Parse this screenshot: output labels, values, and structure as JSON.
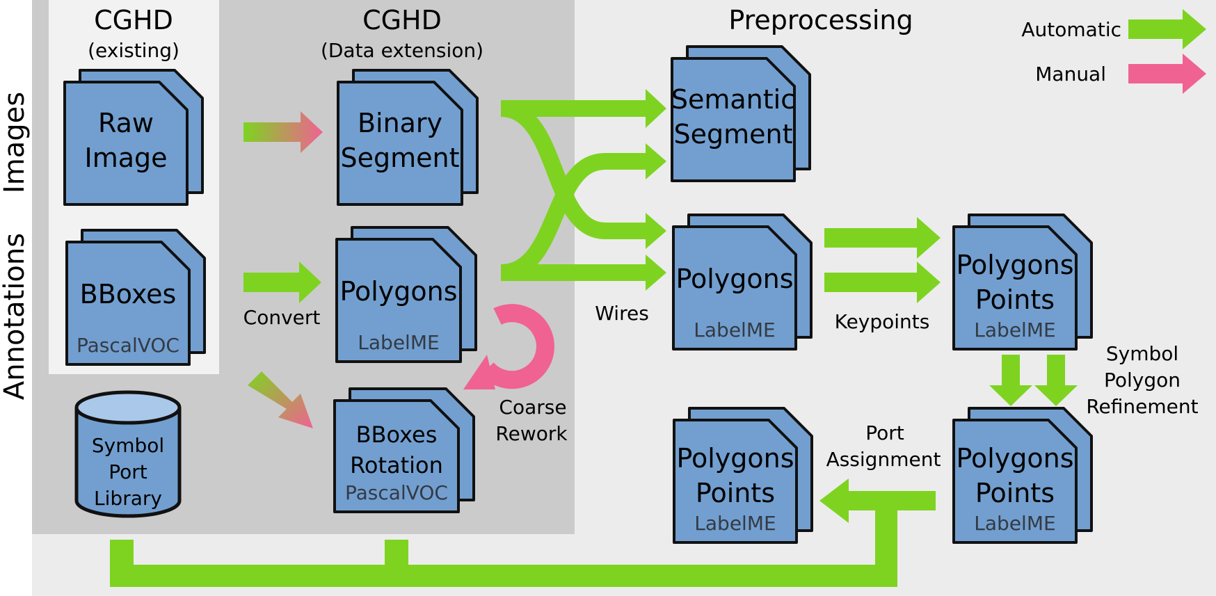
{
  "headers": {
    "cghd_existing_title": "CGHD",
    "cghd_existing_sub": "(existing)",
    "cghd_ext_title": "CGHD",
    "cghd_ext_sub": "(Data extension)",
    "preprocessing": "Preprocessing"
  },
  "row_labels": {
    "images": "Images",
    "annotations": "Annotations"
  },
  "legend": {
    "automatic": "Automatic",
    "manual": "Manual",
    "automatic_color": "#7ed321",
    "manual_color": "#f06292"
  },
  "colors": {
    "doc_fill": "#729fcf",
    "db_top": "#a9c8ea",
    "panel_light": "#ececec",
    "panel_mid": "#cbcbcb",
    "panel_inner": "#f2f2f2"
  },
  "docs": {
    "raw_image": {
      "line1": "Raw",
      "line2": "Image"
    },
    "bboxes": {
      "line1": "BBoxes",
      "format": "PascalVOC"
    },
    "binary_segment": {
      "line1": "Binary",
      "line2": "Segment"
    },
    "polygons": {
      "line1": "Polygons",
      "format": "LabelME"
    },
    "bboxes_rotation": {
      "line1": "BBoxes",
      "line2": "Rotation",
      "format": "PascalVOC"
    },
    "semantic_segment": {
      "line1": "Semantic",
      "line2": "Segment"
    },
    "polygons_pre": {
      "line1": "Polygons",
      "format": "LabelME"
    },
    "polygons_points_1": {
      "line1": "Polygons",
      "line2": "Points",
      "format": "LabelME"
    },
    "polygons_points_2": {
      "line1": "Polygons",
      "line2": "Points",
      "format": "LabelME"
    },
    "polygons_points_3": {
      "line1": "Polygons",
      "line2": "Points",
      "format": "LabelME"
    }
  },
  "database": {
    "line1": "Symbol",
    "line2": "Port",
    "line3": "Library"
  },
  "edge_labels": {
    "convert": "Convert",
    "coarse_line1": "Coarse",
    "coarse_line2": "Rework",
    "wires": "Wires",
    "keypoints": "Keypoints",
    "refine_line1": "Symbol",
    "refine_line2": "Polygon",
    "refine_line3": "Refinement",
    "port_line1": "Port",
    "port_line2": "Assignment"
  }
}
